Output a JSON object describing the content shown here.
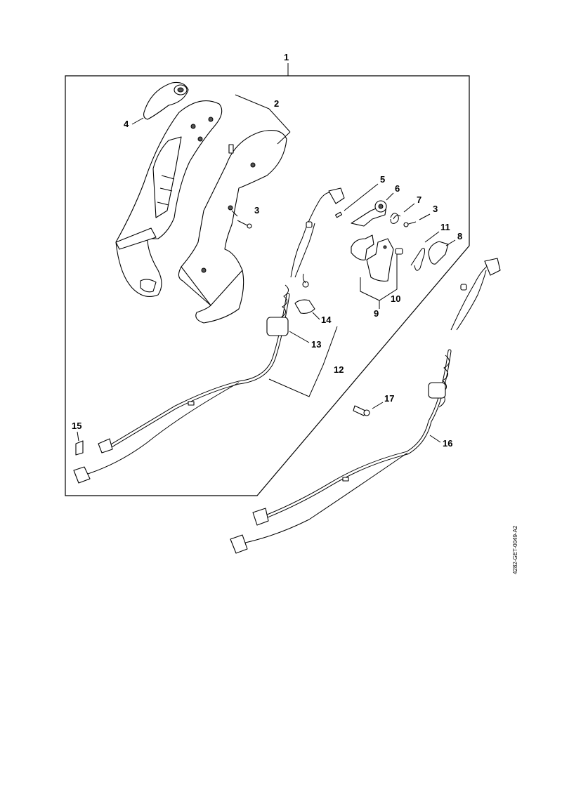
{
  "diagram": {
    "callouts": {
      "c1": "1",
      "c2": "2",
      "c3a": "3",
      "c3b": "3",
      "c4": "4",
      "c5": "5",
      "c6": "6",
      "c7": "7",
      "c8": "8",
      "c9": "9",
      "c10": "10",
      "c11": "11",
      "c12": "12",
      "c13": "13",
      "c14": "14",
      "c15": "15",
      "c16": "16",
      "c17": "17"
    },
    "document_id": "4282-GET-0049-A2"
  }
}
